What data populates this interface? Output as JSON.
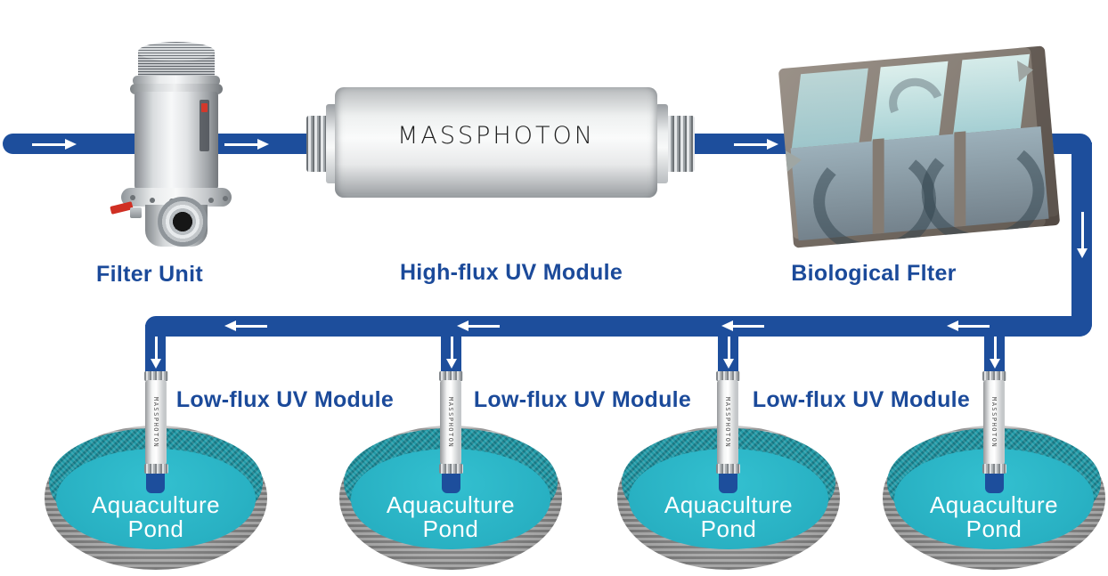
{
  "colors": {
    "pipe_blue": "#1d4e9c",
    "label_blue": "#1b4a9a",
    "pond_water_teal": "#2bb6c7",
    "pond_rim_teal": "#1f8d9a",
    "tank_wall_grey": "#a9a9a9",
    "arrow_white": "#ffffff",
    "brand_black": "#1f1f1f"
  },
  "stages": {
    "filter_unit": {
      "label": "Filter Unit"
    },
    "high_flux_uv_module": {
      "label": "High-flux UV Module",
      "brand": "MASSPHOTON"
    },
    "biological_filter": {
      "label": "Biological Flter"
    }
  },
  "low_flux": {
    "module_brand": "MASSPHOTON",
    "labels": [
      "Low-flux UV Module",
      "Low-flux UV Module",
      "Low-flux UV Module"
    ]
  },
  "ponds": [
    {
      "line1": "Aquaculture",
      "line2": "Pond"
    },
    {
      "line1": "Aquaculture",
      "line2": "Pond"
    },
    {
      "line1": "Aquaculture",
      "line2": "Pond"
    },
    {
      "line1": "Aquaculture",
      "line2": "Pond"
    }
  ]
}
